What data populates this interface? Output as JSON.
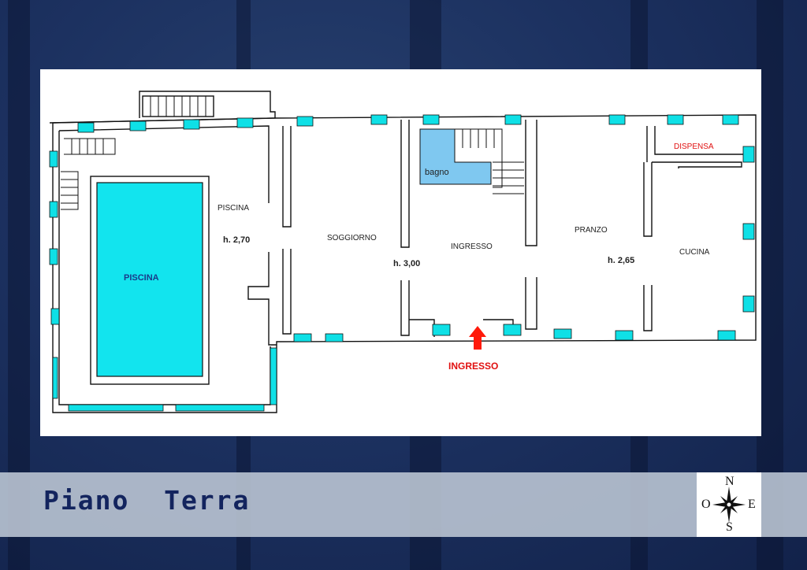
{
  "colors": {
    "background": "#1c3160",
    "window": "#0fe0e6",
    "pool": "#12e4ee",
    "bathroom": "#7fc8f0",
    "entrance_arrow": "#ff1a0a",
    "title": "#13245e"
  },
  "plan": {
    "rooms": {
      "piscina_area": "PISCINA",
      "piscina_pool": "PISCINA",
      "soggiorno": "SOGGIORNO",
      "bagno": "bagno",
      "ingresso": "INGRESSO",
      "pranzo": "PRANZO",
      "dispensa": "DISPENSA",
      "cucina": "CUCINA"
    },
    "heights": {
      "piscina": "h. 2,70",
      "soggiorno": "h. 3,00",
      "pranzo": "h. 2,65"
    },
    "entrance_label": "INGRESSO"
  },
  "footer": {
    "title": "Piano  Terra"
  },
  "compass": {
    "north": "N",
    "south": "S",
    "east": "E",
    "west": "O",
    "icon": "compass-rose-icon"
  }
}
